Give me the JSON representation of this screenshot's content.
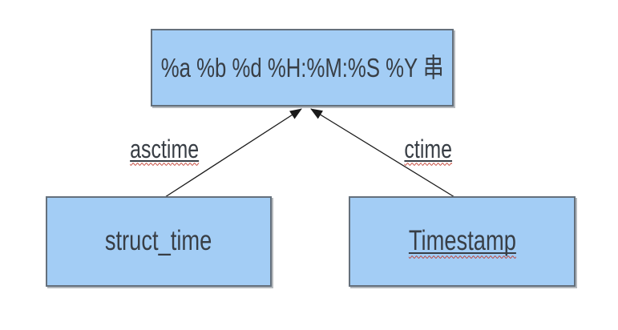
{
  "diagram": {
    "nodes": [
      {
        "id": "format-string",
        "label": "%a %b %d %H:%M:%S %Y 串",
        "underlined": false,
        "spellcheck_squiggle": false
      },
      {
        "id": "struct-time",
        "label": "struct_time",
        "underlined": false,
        "spellcheck_squiggle": false
      },
      {
        "id": "timestamp",
        "label": "Timestamp",
        "underlined": true,
        "spellcheck_squiggle": true
      }
    ],
    "edges": [
      {
        "from": "struct-time",
        "to": "format-string",
        "label": "asctime",
        "underlined": true,
        "spellcheck_squiggle": true
      },
      {
        "from": "timestamp",
        "to": "format-string",
        "label": "ctime",
        "underlined": true,
        "spellcheck_squiggle": true
      }
    ]
  },
  "colors": {
    "node_fill": "#a3cdf5",
    "node_border": "#64707c",
    "text": "#383e45",
    "arrow": "#1a1a1a",
    "spellcheck_red": "#c0392b",
    "background": "#ffffff"
  }
}
